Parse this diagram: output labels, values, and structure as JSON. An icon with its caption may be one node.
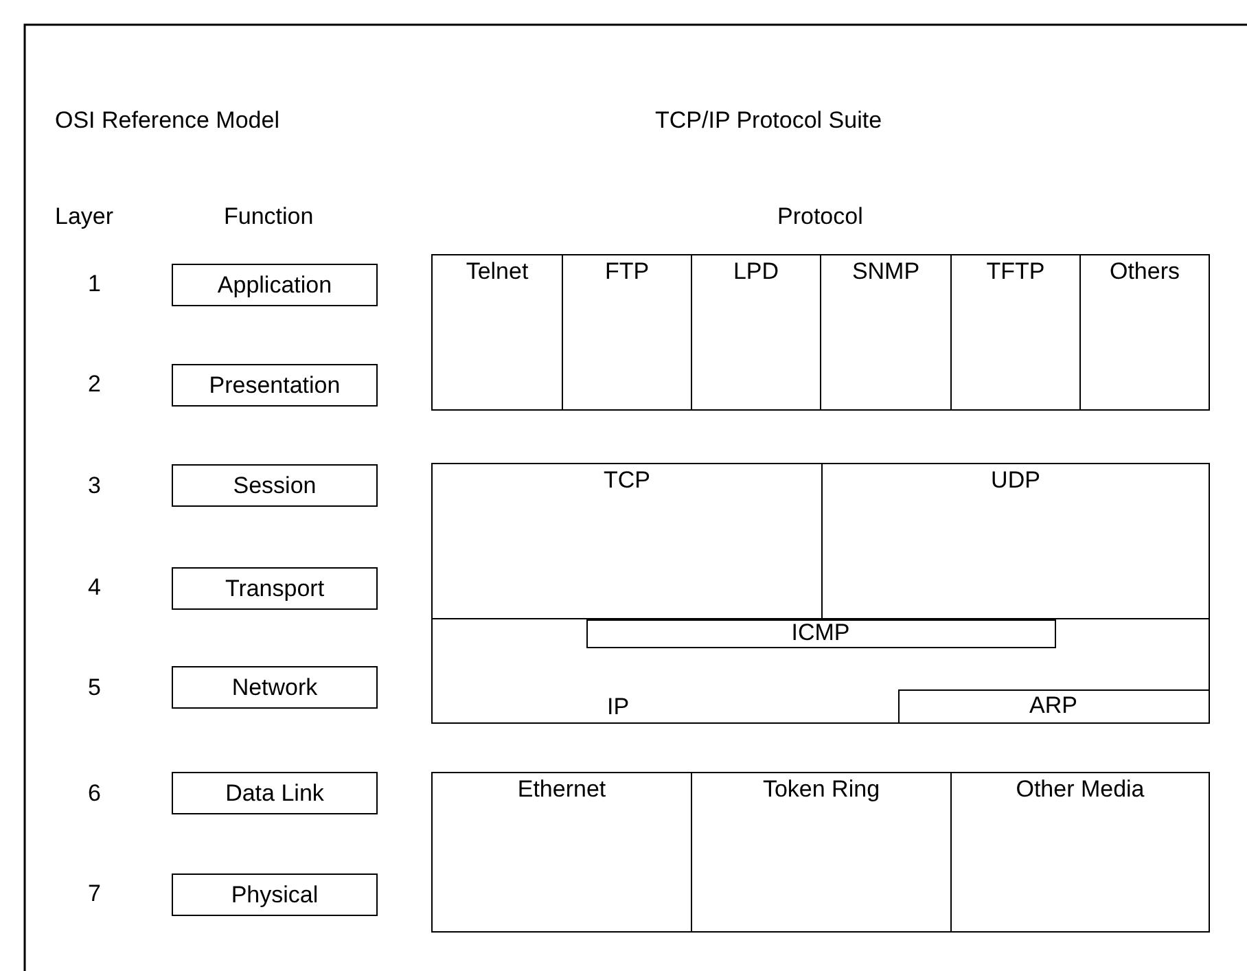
{
  "diagram": {
    "nodes": [
      {
        "text": [
          "Application"
        ]
      },
      {
        "text": [
          "Presentation"
        ]
      },
      {
        "text": [
          "Session"
        ]
      },
      {
        "text": [
          "Transport"
        ]
      },
      {
        "text": [
          "Network"
        ]
      },
      {
        "text": [
          "Data Link"
        ]
      },
      {
        "text": [
          "Physical"
        ]
      },
      {
        "text": [
          "Telnet"
        ]
      },
      {
        "text": [
          "FTP"
        ]
      },
      {
        "text": [
          "LPD"
        ]
      },
      {
        "text": [
          "SNMP"
        ]
      },
      {
        "text": [
          "TFTP"
        ]
      },
      {
        "text": [
          "Others"
        ]
      },
      {
        "text": [
          "TCP"
        ]
      },
      {
        "text": [
          "UDP"
        ]
      },
      {
        "text": [
          "IP"
        ]
      },
      {
        "text": [
          "ICMP"
        ],
        "in": 15
      },
      {
        "text": [
          "ARP"
        ],
        "in": 15
      },
      {
        "text": [
          "Ethernet"
        ]
      },
      {
        "text": [
          "Token Ring"
        ]
      },
      {
        "text": [
          "Other Media"
        ]
      }
    ],
    "edges": [],
    "labels": [
      "OSI Reference Model",
      "TCP/IP Protocol Suite",
      "Layer",
      "Function",
      "Protocol",
      "1",
      "2",
      "3",
      "4",
      "5",
      "6",
      "7"
    ]
  }
}
